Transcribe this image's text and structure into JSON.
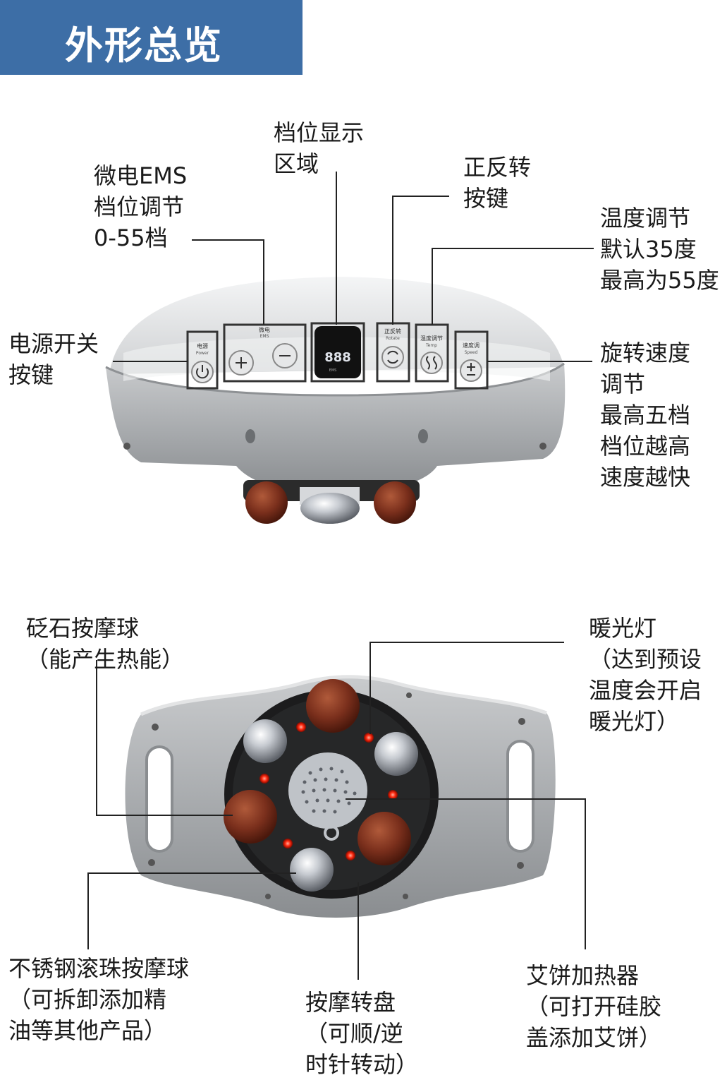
{
  "header": {
    "title": "外形总览"
  },
  "callouts_top": {
    "display": "档位显示\n区域",
    "ems": "微电EMS\n档位调节\n0-55档",
    "rotate": "正反转\n按键",
    "temp": "温度调节\n默认35度\n最高为55度",
    "power": "电源开关\n按键",
    "speed": "旋转速度\n调节\n最高五档\n档位越高\n速度越快"
  },
  "device_buttons": {
    "power_label": "电源",
    "power_sub": "Power",
    "ems_label": "微电",
    "ems_sub": "EMS",
    "display_digits": "888",
    "display_sub": "EMS",
    "rotate_label": "正反转",
    "rotate_sub": "Rotate",
    "temp_label": "温度调节",
    "temp_sub": "Temp",
    "speed_label": "速度调",
    "speed_sub": "Speed"
  },
  "callouts_bottom": {
    "stone": "砭石按摩球\n（能产生热能）",
    "warm_light": "暖光灯\n（达到预设\n温度会开启\n暖光灯）",
    "steel": "不锈钢滚珠按摩球\n（可拆卸添加精\n油等其他产品）",
    "turntable": "按摩转盘\n（可顺/逆\n时针转动）",
    "heater": "艾饼加热器\n（可打开硅胶\n盖添加艾饼）"
  }
}
